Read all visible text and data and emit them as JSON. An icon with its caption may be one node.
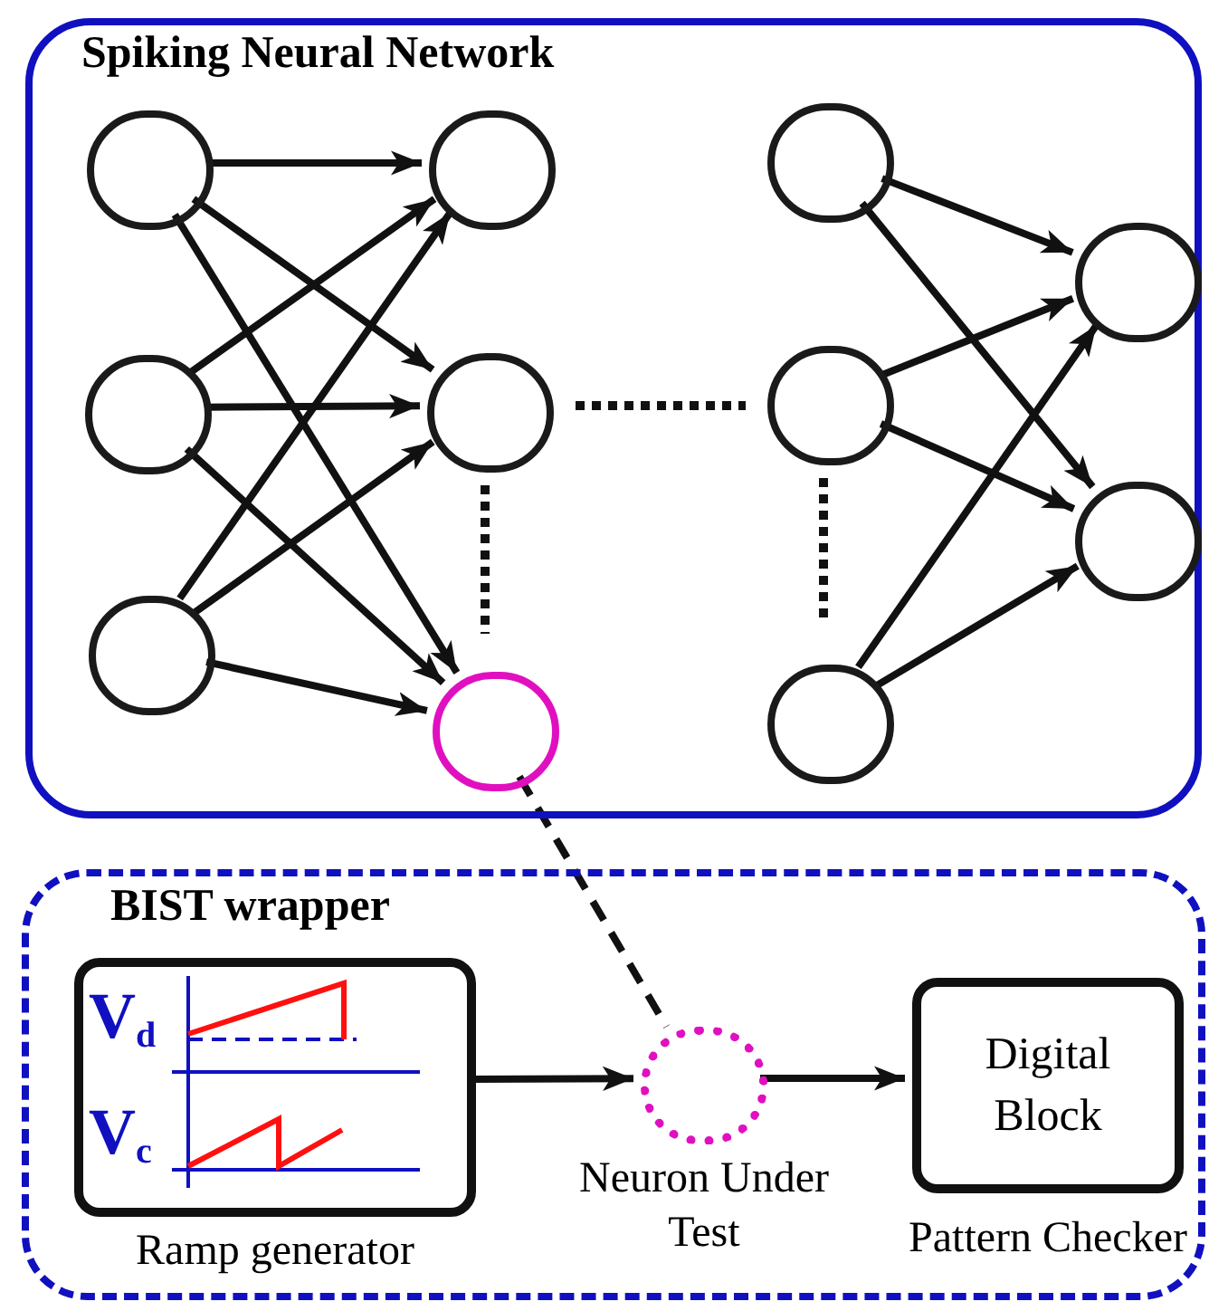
{
  "diagram": {
    "nodes": [
      {
        "text": [
          "Spiking Neural Network"
        ]
      },
      {
        "text": [],
        "shape": "circle",
        "in": 0
      },
      {
        "text": [],
        "shape": "circle",
        "in": 0
      },
      {
        "text": [],
        "shape": "circle",
        "in": 0
      },
      {
        "text": [],
        "shape": "circle",
        "in": 0
      },
      {
        "text": [],
        "shape": "circle",
        "in": 0
      },
      {
        "text": [],
        "shape": "circle",
        "in": 0
      },
      {
        "text": [],
        "shape": "circle",
        "in": 0
      },
      {
        "text": [],
        "shape": "circle",
        "in": 0
      },
      {
        "text": [],
        "shape": "circle",
        "in": 0
      },
      {
        "text": [],
        "shape": "circle",
        "in": 0
      },
      {
        "text": [],
        "shape": "circle",
        "in": 0
      },
      {
        "text": [
          "BIST wrapper"
        ]
      },
      {
        "text": [
          "V$_{d}$",
          "V$_{c}$"
        ],
        "beside": [
          "Ramp generator"
        ],
        "in": 12
      },
      {
        "text": [],
        "shape": "circle",
        "beside": [
          "Neuron Under Test"
        ],
        "in": 12
      },
      {
        "text": [
          "Digital Block"
        ],
        "beside": [
          "Pattern Checker"
        ],
        "in": 12
      }
    ],
    "edges": [
      {
        "from": 1,
        "to": 4,
        "arrow": "to"
      },
      {
        "from": 1,
        "to": 5,
        "arrow": "to"
      },
      {
        "from": 1,
        "to": 6,
        "arrow": "to"
      },
      {
        "from": 2,
        "to": 4,
        "arrow": "to"
      },
      {
        "from": 2,
        "to": 5,
        "arrow": "to"
      },
      {
        "from": 2,
        "to": 6,
        "arrow": "to"
      },
      {
        "from": 3,
        "to": 4,
        "arrow": "to"
      },
      {
        "from": 3,
        "to": 5,
        "arrow": "to"
      },
      {
        "from": 3,
        "to": 6,
        "arrow": "to"
      },
      {
        "from": 7,
        "to": 10,
        "arrow": "to"
      },
      {
        "from": 7,
        "to": 11,
        "arrow": "to"
      },
      {
        "from": 8,
        "to": 10,
        "arrow": "to"
      },
      {
        "from": 8,
        "to": 11,
        "arrow": "to"
      },
      {
        "from": 9,
        "to": 10,
        "arrow": "to"
      },
      {
        "from": 9,
        "to": 11,
        "arrow": "to"
      },
      {
        "from": 6,
        "to": 14,
        "arrow": "none",
        "style": "dashed"
      },
      {
        "from": 13,
        "to": 14,
        "arrow": "to"
      },
      {
        "from": 14,
        "to": 15,
        "arrow": "to"
      }
    ]
  }
}
